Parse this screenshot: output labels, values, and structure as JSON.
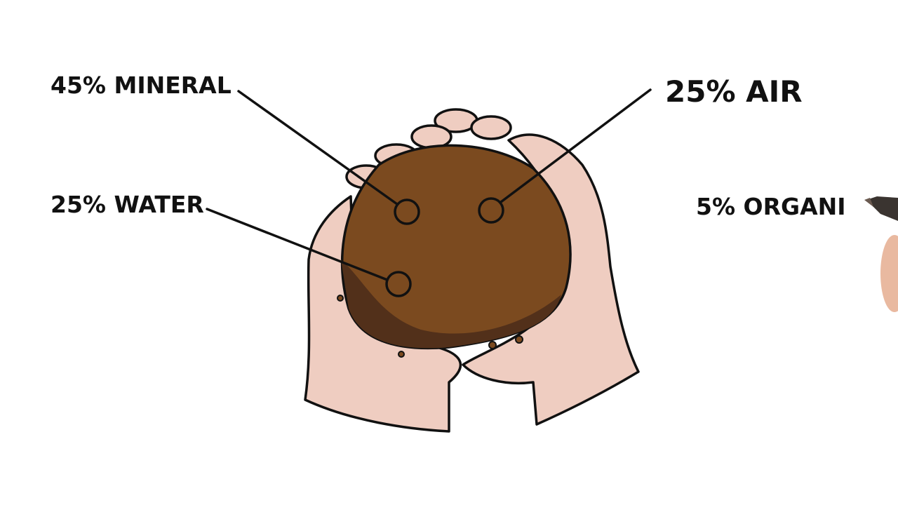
{
  "labels": {
    "mineral": "45% MINERAL",
    "air": "25% AIR",
    "water": "25% WATER",
    "organic": "5% ORGANI"
  },
  "colors": {
    "skin": "#efcdc1",
    "soil": "#7b4a1f",
    "soil_shadow": "#52301a",
    "ink": "#111111"
  },
  "icons": [
    "hands-holding-soil-illustration",
    "marker-pen-in-hand-icon"
  ]
}
